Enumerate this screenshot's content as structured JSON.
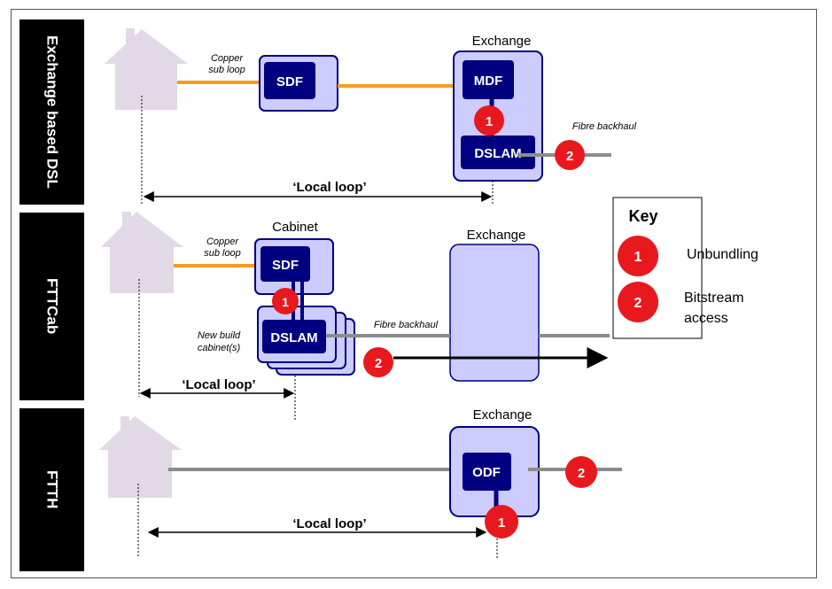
{
  "rows": [
    {
      "label": "Exchange based DSL",
      "exchange_title": "Exchange",
      "sdf": "SDF",
      "mdf": "MDF",
      "dslam": "DSLAM",
      "copper_label_1": "Copper",
      "copper_label_2": "sub loop",
      "fibre_label": "Fibre backhaul",
      "local_loop": "‘Local loop’",
      "marker_1": "1",
      "marker_2": "2"
    },
    {
      "label": "FTTCab",
      "cabinet_title": "Cabinet",
      "exchange_title": "Exchange",
      "sdf": "SDF",
      "dslam": "DSLAM",
      "copper_label_1": "Copper",
      "copper_label_2": "sub loop",
      "new_build_1": "New build",
      "new_build_2": "cabinet(s)",
      "fibre_label": "Fibre backhaul",
      "local_loop": "‘Local loop’",
      "marker_1": "1",
      "marker_2": "2"
    },
    {
      "label": "FTTH",
      "exchange_title": "Exchange",
      "odf": "ODF",
      "local_loop": "‘Local loop’",
      "marker_1": "1",
      "marker_2": "2"
    }
  ],
  "key": {
    "title": "Key",
    "items": [
      {
        "marker": "1",
        "label_1": "Unbundling",
        "label_2": ""
      },
      {
        "marker": "2",
        "label_1": "Bitstream",
        "label_2": "access"
      }
    ]
  },
  "colors": {
    "house": "#e2d9e6",
    "box_fill": "#ccccff",
    "box_stroke": "#000080",
    "node_fill": "#000080",
    "copper": "#f79c1e",
    "fibre": "#8c8c8c",
    "marker": "#e8191e"
  }
}
